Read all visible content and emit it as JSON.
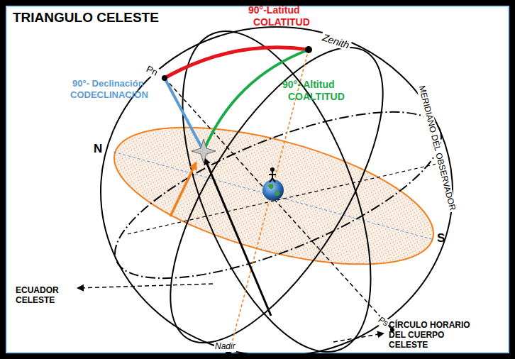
{
  "diagram": {
    "title": "TRIANGULO CELESTE",
    "labels": [
      "90°-Latitud",
      "COLATITUD",
      "Zenith",
      "Pn",
      "90°- Declinación",
      "CODECLINACIÓN",
      "90°- Altitud",
      "COALTITUD",
      "N",
      "S",
      "MERIDIANO DEL OBSERVADOR",
      "ECUADOR CELESTE",
      "CÍRCULO HORARIO DEL CUERPO CELESTE",
      "Ps",
      "Nadir"
    ]
  }
}
